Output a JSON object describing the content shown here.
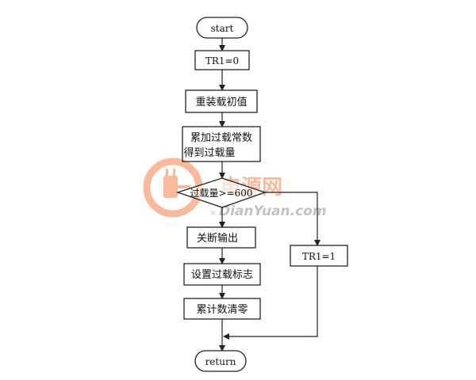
{
  "nodes": {
    "start": "start",
    "tr1_zero": "TR1=0",
    "reload": "重装载初值",
    "accumulate_line1": "累加过载常数",
    "accumulate_line2": "得到过载量",
    "decision": "过载量>=600",
    "shutdown": "关断输出",
    "set_flag": "设置过载标志",
    "clear_count": "累计数清零",
    "tr1_one": "TR1=1",
    "return": "return"
  },
  "watermark": {
    "cn": "电源网",
    "en": "DianYuan.com",
    "registered": "®",
    "color": "#f26522"
  },
  "colors": {
    "stroke": "#222222",
    "text": "#111111",
    "background": "#ffffff"
  }
}
